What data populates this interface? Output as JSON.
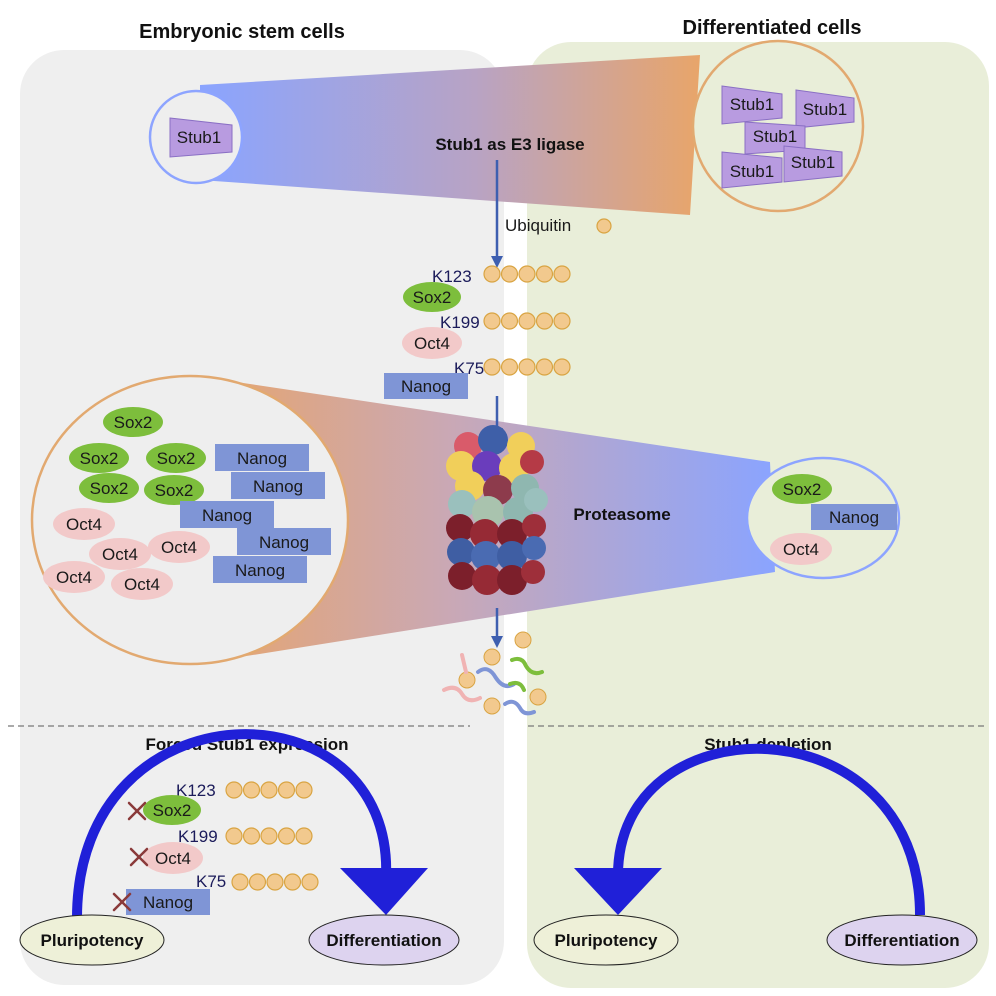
{
  "left_panel": {
    "title": "Embryonic stem cells",
    "zoom_stub1": "Stub1",
    "cluster": {
      "sox2": [
        "Sox2",
        "Sox2",
        "Sox2",
        "Sox2",
        "Sox2"
      ],
      "nanog": [
        "Nanog",
        "Nanog",
        "Nanog",
        "Nanog",
        "Nanog"
      ],
      "oct4": [
        "Oct4",
        "Oct4",
        "Oct4",
        "Oct4",
        "Oct4"
      ]
    }
  },
  "right_panel": {
    "title": "Differentiated cells",
    "zoom_stub1": [
      "Stub1",
      "Stub1",
      "Stub1",
      "Stub1",
      "Stub1"
    ],
    "remaining": {
      "sox2": "Sox2",
      "nanog": "Nanog",
      "oct4": "Oct4"
    }
  },
  "center": {
    "ligase_label": "Stub1 as E3 ligase",
    "ubiquitin_label": "Ubiquitin",
    "proteasome_label": "Proteasome",
    "sites": [
      {
        "site": "K123",
        "protein": "Sox2"
      },
      {
        "site": "K199",
        "protein": "Oct4"
      },
      {
        "site": "K75",
        "protein": "Nanog"
      }
    ]
  },
  "bottom_left": {
    "title": "Forced Stub1 expression",
    "sites": [
      {
        "site": "K123",
        "protein": "Sox2"
      },
      {
        "site": "K199",
        "protein": "Oct4"
      },
      {
        "site": "K75",
        "protein": "Nanog"
      }
    ],
    "start_label": "Pluripotency",
    "end_label": "Differentiation"
  },
  "bottom_right": {
    "title": "Stub1 depletion",
    "start_label": "Differentiation",
    "end_label": "Pluripotency"
  },
  "colors": {
    "left_bg": "#efefef",
    "right_bg": "#e9eed9",
    "sox2": "#7dbe3c",
    "oct4": "#f2c9c9",
    "nanog": "#7f95d6",
    "stub1": "#b89be0",
    "ubiquitin": "#f2c98e",
    "arrow": "#2020d8"
  }
}
